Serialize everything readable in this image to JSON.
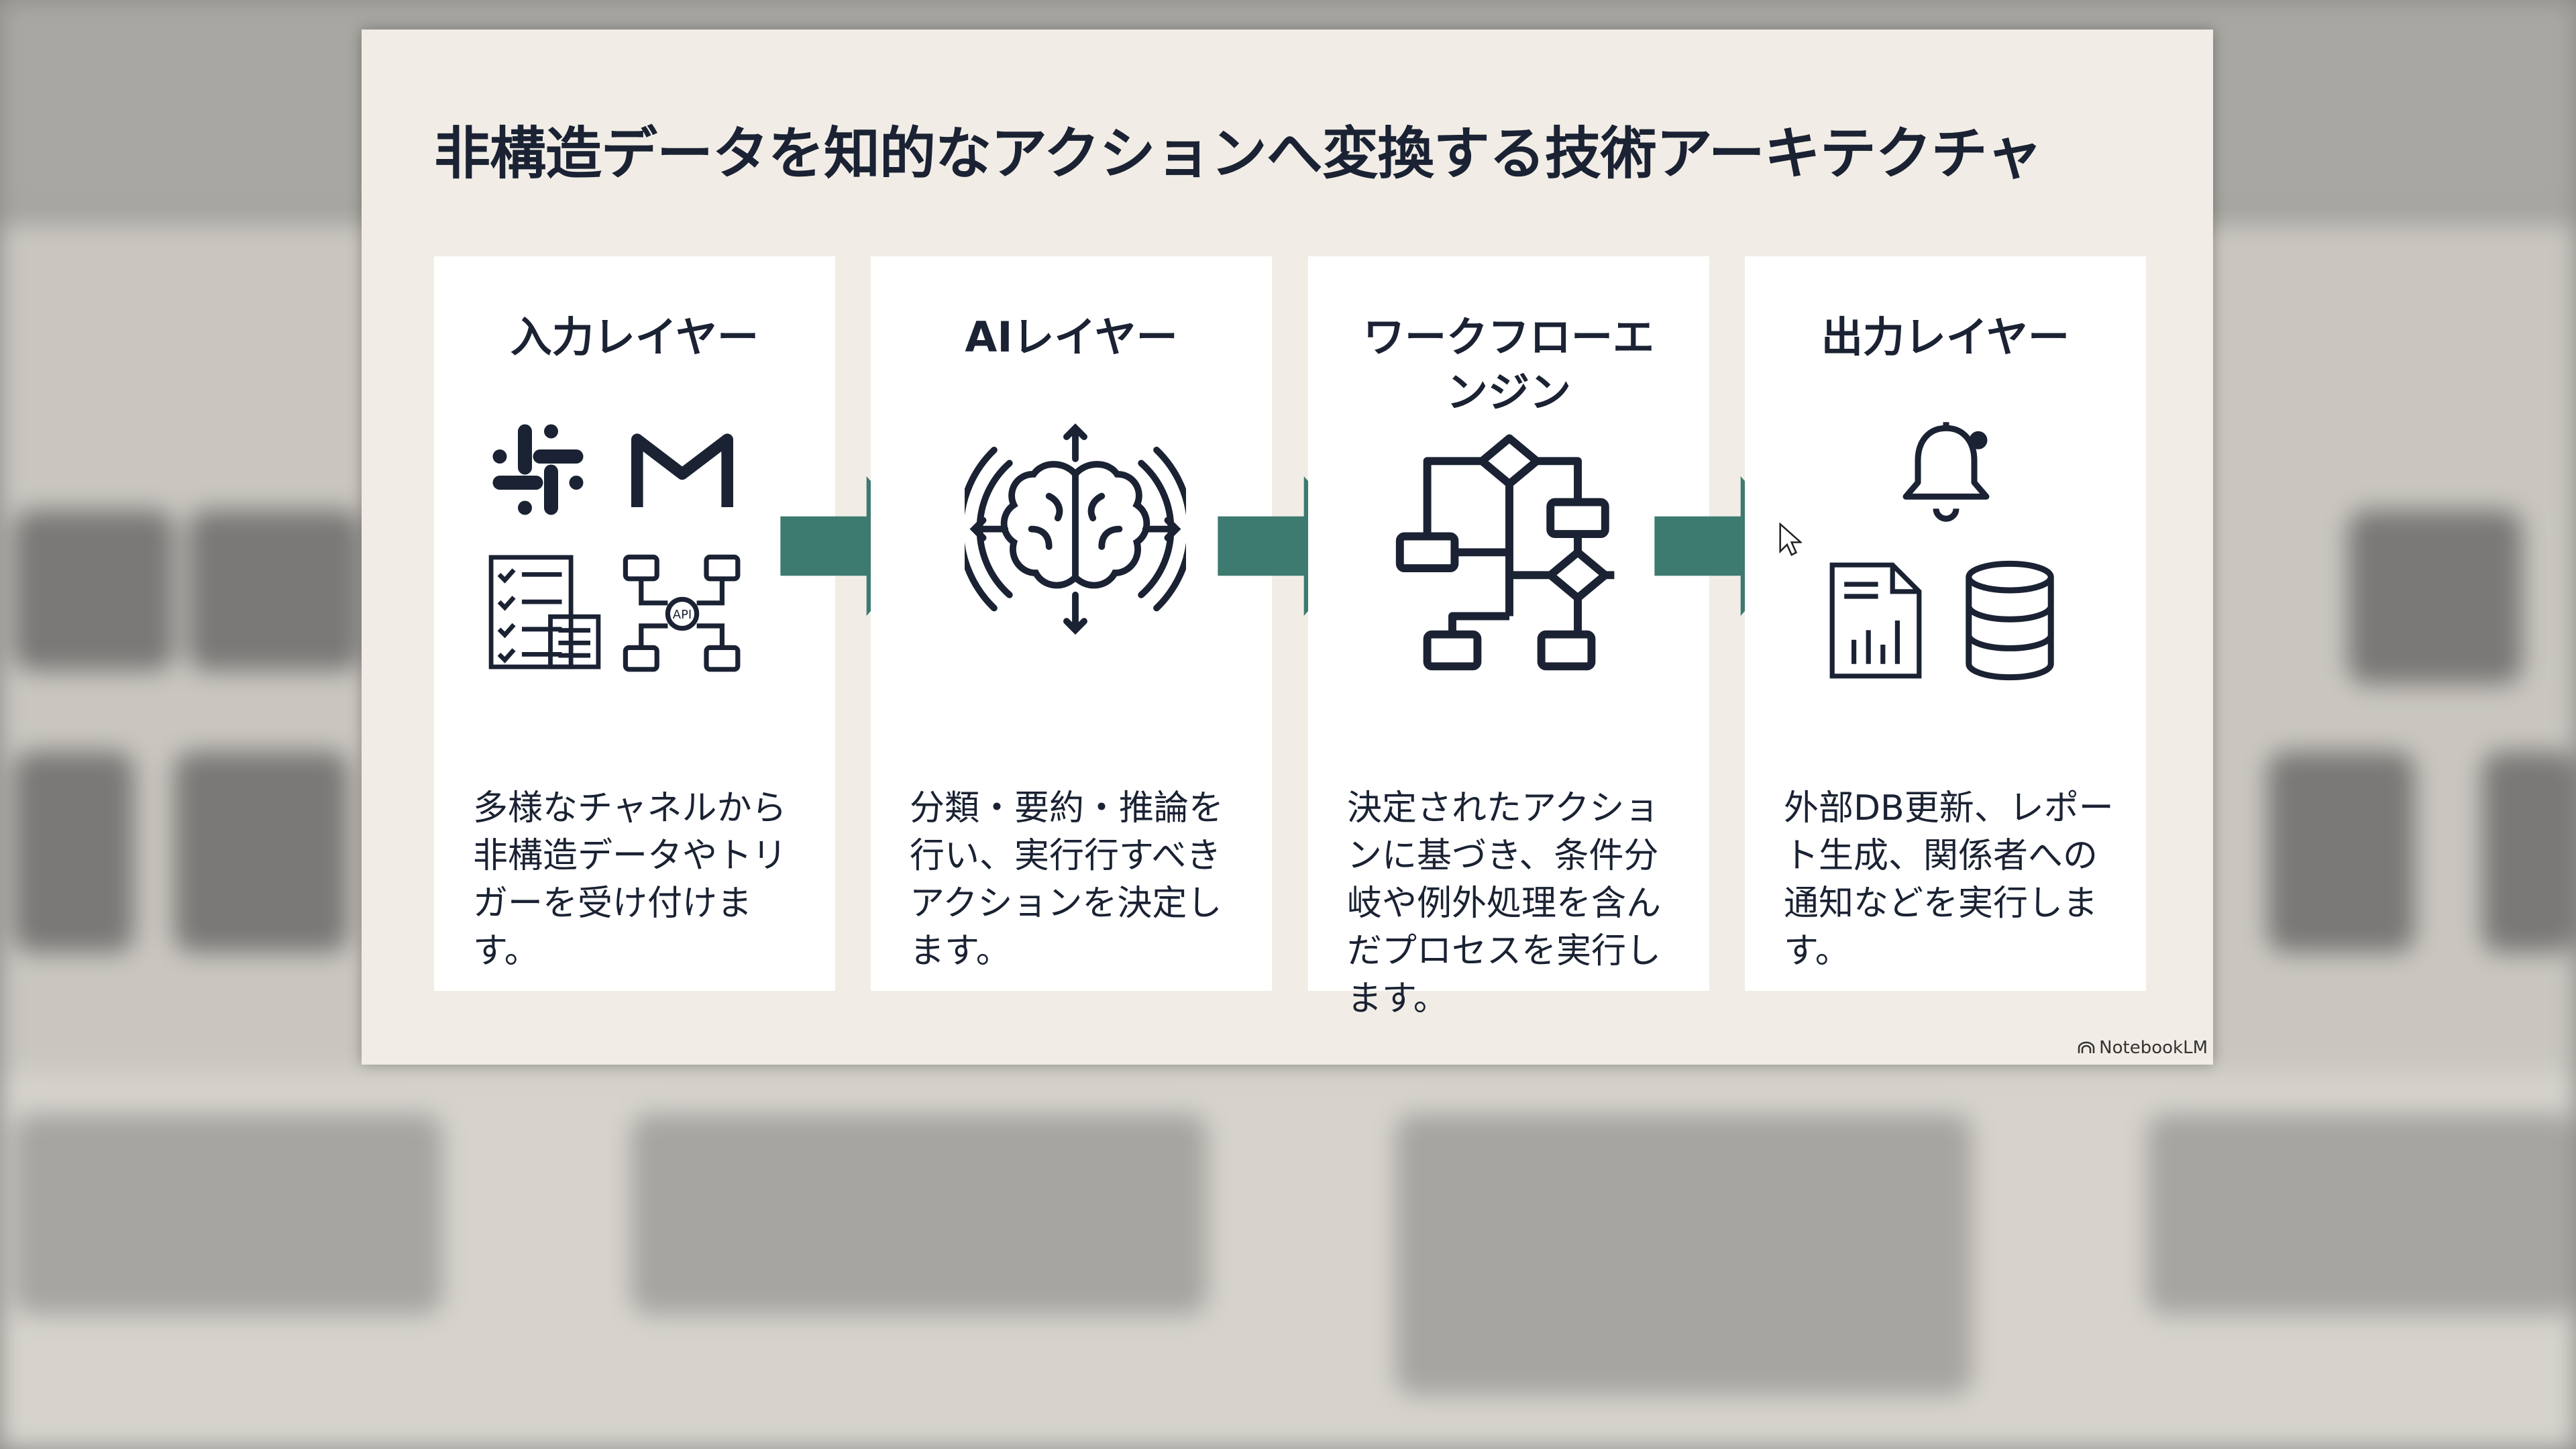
{
  "slide": {
    "title": "非構造データを知的なアクションへ変換する技術アーキテクチャ",
    "accent_color": "#3d7a6f",
    "layers": [
      {
        "heading": "入力レイヤー",
        "icons": [
          "slack-icon",
          "gmail-icon",
          "checklist-form-icon",
          "api-network-icon"
        ],
        "description": "多様なチャネルから非構造データやトリガーを受け付けます。"
      },
      {
        "heading": "AIレイヤー",
        "icons": [
          "brain-icon"
        ],
        "description": "分類・要約・推論を行い、実行行すべきアクションを決定します。"
      },
      {
        "heading": "ワークフローエンジン",
        "icons": [
          "flowchart-icon"
        ],
        "description": "決定されたアクションに基づき、条件分岐や例外処理を含んだプロセスを実行します。"
      },
      {
        "heading": "出力レイヤー",
        "icons": [
          "bell-icon",
          "report-icon",
          "database-icon"
        ],
        "description": "外部DB更新、レポート生成、関係者への通知などを実行します。"
      }
    ],
    "watermark": "NotebookLM"
  }
}
